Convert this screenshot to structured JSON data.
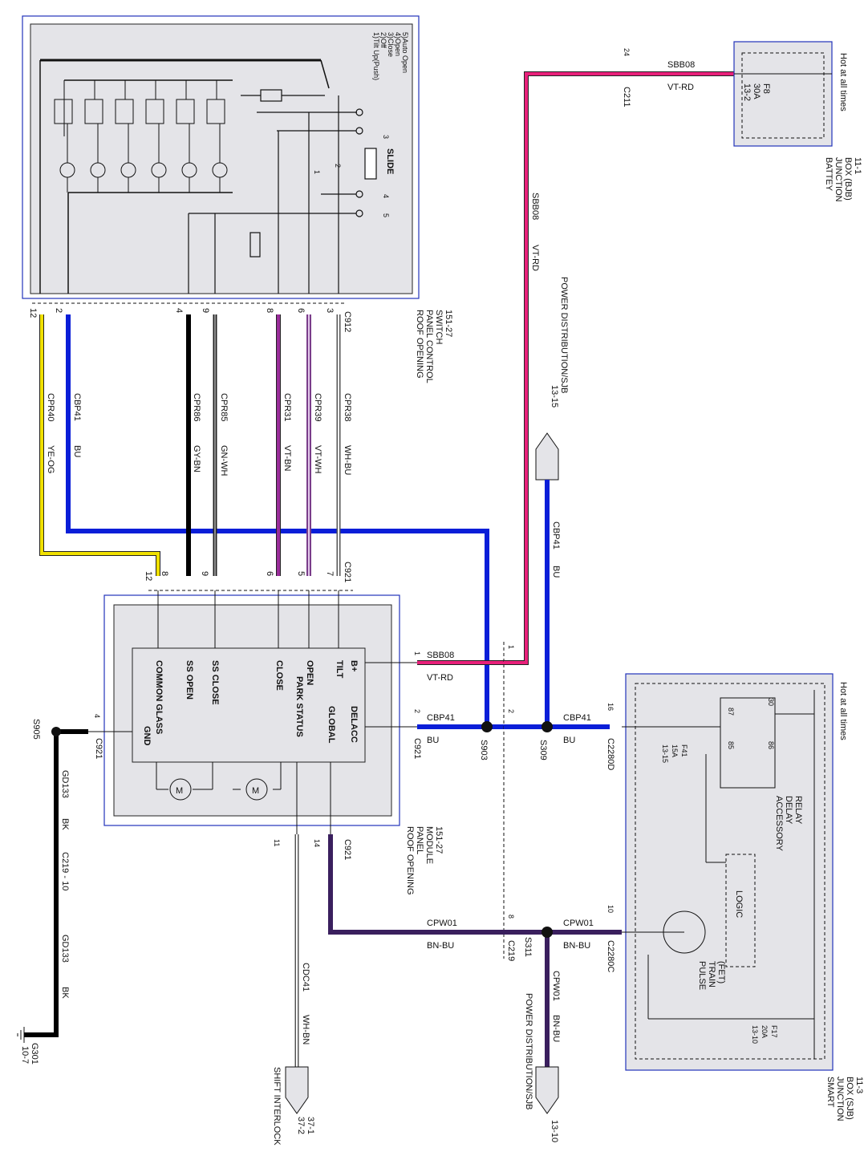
{
  "legend": [
    "1)Tilt Up(Push)",
    "2)Off",
    "3)Close",
    "4)Open",
    "5)Auto Open"
  ],
  "components": {
    "roof_switch": [
      "ROOF OPENING",
      "PANEL CONTROL",
      "SWITCH",
      "151-27"
    ],
    "battery_jb": [
      "BATTEY",
      "JUNCTION",
      "BOX (BJB)",
      "11-1"
    ],
    "smart_jb": [
      "SMART",
      "JUNCTION",
      "BOX (SJB)",
      "11-3"
    ],
    "roof_module": [
      "ROOF OPENING",
      "PANEL",
      "MODULE",
      "151-27"
    ],
    "power_dist_top": [
      "POWER DISTRIBUTION/SJB",
      "13-15"
    ],
    "power_dist_bottom": [
      "POWER DISTRIBUTION/SJB",
      "13-10"
    ],
    "shift_interlock": [
      "SHIFT INTERLOCK",
      "37-1",
      "37-2"
    ],
    "ground": [
      "G301",
      "10-7"
    ],
    "accessory_relay": [
      "ACCESSORY",
      "DELAY",
      "RELAY"
    ],
    "pulse_train": [
      "PULSE",
      "TRAIN",
      "(FET)"
    ],
    "logic": "LOGIC",
    "slide": "SLIDE"
  },
  "hot_labels": [
    "Hot at all times",
    "Hot at all times"
  ],
  "fuses": [
    {
      "name": "F8",
      "rating": "30A",
      "ref": "13-2"
    },
    {
      "name": "F41",
      "rating": "15A",
      "ref": "13-15"
    },
    {
      "name": "F17",
      "rating": "20A",
      "ref": "13-10"
    }
  ],
  "relay_pins": [
    "30",
    "87",
    "86",
    "85"
  ],
  "module_pins": [
    "B+",
    "TILT",
    "OPEN",
    "PARK STATUS",
    "CLOSE",
    "SS CLOSE",
    "SS OPEN",
    "COMMON GLASS",
    "GND",
    "DELACC",
    "GLOBAL"
  ],
  "motor": "M",
  "switch_pos": [
    "1",
    "2",
    "3",
    "4",
    "5"
  ],
  "wires": [
    {
      "circuit": "CPR40",
      "color": "YE-OG",
      "stroke": "#f0e000"
    },
    {
      "circuit": "CBP41",
      "color": "BU",
      "stroke": "#0a1ed8"
    },
    {
      "circuit": "CPR86",
      "color": "GY-BN",
      "stroke": "#000000"
    },
    {
      "circuit": "CPR85",
      "color": "GN-WH",
      "stroke": "#222222"
    },
    {
      "circuit": "CPR31",
      "color": "VT-BN",
      "stroke": "#9a2d9a"
    },
    {
      "circuit": "CPR39",
      "color": "VT-WH",
      "stroke": "#b070c8"
    },
    {
      "circuit": "CPR38",
      "color": "WH-BU",
      "stroke": "#888888"
    },
    {
      "circuit": "SBB08",
      "color": "VT-RD",
      "stroke": "#e8207a"
    },
    {
      "circuit": "CPW01",
      "color": "BN-BU",
      "stroke": "#3a1f5e"
    },
    {
      "circuit": "GD133",
      "color": "BK",
      "stroke": "#000000"
    },
    {
      "circuit": "CDC41",
      "color": "WH-BN",
      "stroke": "#888888"
    }
  ],
  "connectors": {
    "c912": "C912",
    "c921": "C921",
    "c211": "C211",
    "c2280d": "C2280D",
    "c2280c": "C2280C",
    "c219": "C219",
    "c219_10": "C219 - 10",
    "s903": "S903",
    "s309": "S309",
    "s311": "S311",
    "s905": "S905"
  },
  "pin_numbers": {
    "c912": [
      "12",
      "2",
      "4",
      "9",
      "8",
      "6",
      "3"
    ],
    "c921_top": [
      "12",
      "8",
      "9",
      "6",
      "5",
      "7"
    ],
    "c211": "24",
    "module_side": [
      "1",
      "2",
      "4",
      "11",
      "14"
    ],
    "jb_side": [
      "1",
      "2",
      "16",
      "8",
      "10"
    ]
  }
}
